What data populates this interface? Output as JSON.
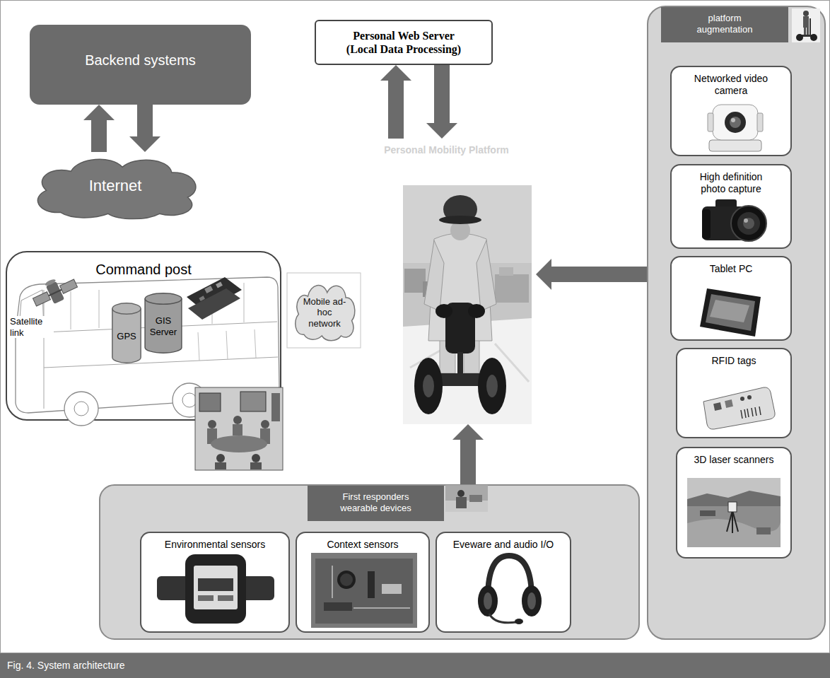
{
  "diagram": {
    "caption": "Fig. 4. System architecture",
    "nodes": [
      {
        "text": [
          "Backend systems"
        ]
      },
      {
        "text": [
          "Personal Web Server (Local Data Processing)"
        ]
      },
      {
        "text": [
          "platform augmentation"
        ]
      },
      {
        "text": [
          "Networked video camera"
        ],
        "in": 2
      },
      {
        "text": [
          "High definition photo capture"
        ],
        "in": 2
      },
      {
        "text": [
          "Tablet PC"
        ],
        "in": 2
      },
      {
        "text": [
          "RFID tags"
        ],
        "in": 2
      },
      {
        "text": [
          "3D laser scanners"
        ],
        "in": 2
      },
      {
        "text": [
          "Internet"
        ]
      },
      {
        "text": [
          "Personal Mobility Platform"
        ]
      },
      {
        "text": [
          "Command post"
        ]
      },
      {
        "text": [
          "GPS"
        ],
        "in": 10
      },
      {
        "text": [
          "GIS Server"
        ],
        "in": 10
      },
      {
        "text": [
          "Mobile ad-hoc network"
        ]
      },
      {
        "text": [
          "First responders wearable devices"
        ]
      },
      {
        "text": [
          "Environmental sensors"
        ],
        "in": 14
      },
      {
        "text": [
          "Context sensors"
        ],
        "in": 14
      },
      {
        "text": [
          "Eveware and audio I/O"
        ],
        "in": 14
      }
    ],
    "edges": [
      {
        "from": 8,
        "to": 0,
        "arrow": "to"
      },
      {
        "from": 0,
        "to": 8,
        "arrow": "to"
      },
      {
        "from": 9,
        "to": 1,
        "arrow": "to"
      },
      {
        "from": 1,
        "to": 9,
        "arrow": "to"
      },
      {
        "from": 2,
        "to": 9,
        "arrow": "to"
      },
      {
        "from": 14,
        "to": 9,
        "arrow": "to"
      }
    ],
    "labels": [
      "Satellite link"
    ]
  }
}
